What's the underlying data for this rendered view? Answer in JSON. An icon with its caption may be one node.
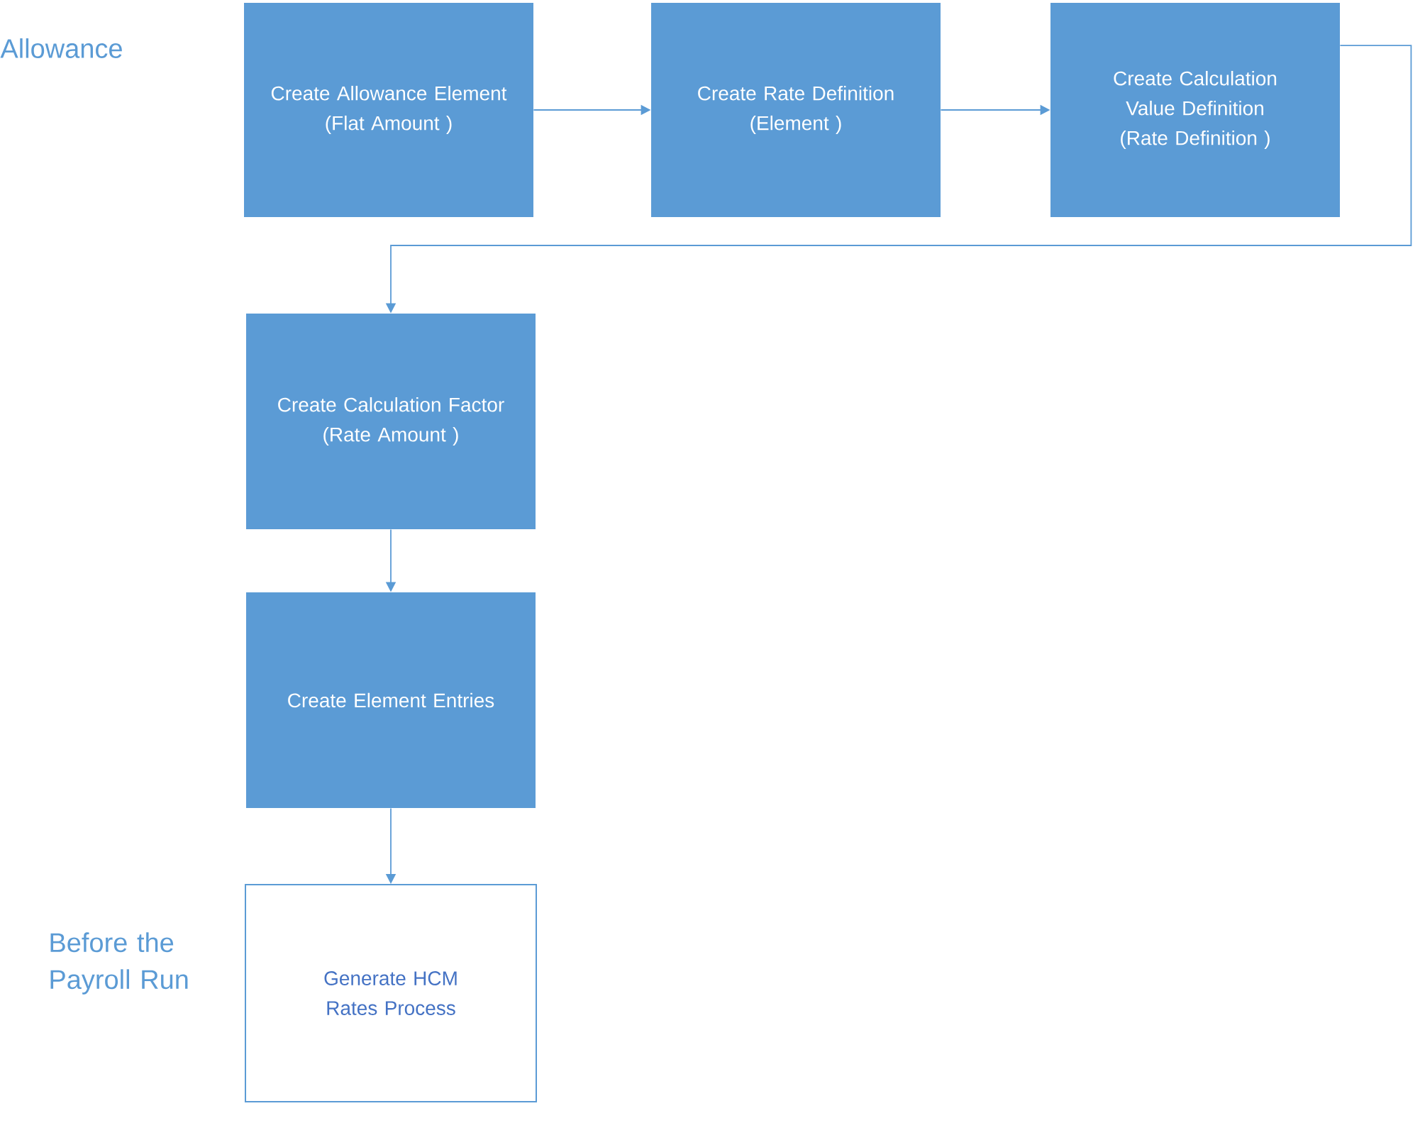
{
  "diagram": {
    "nodes": [
      {
        "text": [
          "Create Allowance Element",
          "(Flat Amount )"
        ]
      },
      {
        "text": [
          "Create Rate Definition",
          "(Element )"
        ]
      },
      {
        "text": [
          "Create Calculation Value Definition",
          "(Rate Definition )"
        ]
      },
      {
        "text": [
          "Create Calculation Factor",
          "(Rate Amount )"
        ]
      },
      {
        "text": [
          "Create Element Entries"
        ]
      },
      {
        "text": [
          "Generate HCM Rates Process"
        ]
      }
    ],
    "edges": [
      {
        "from": 0,
        "to": 1,
        "arrow": "to"
      },
      {
        "from": 1,
        "to": 2,
        "arrow": "to"
      },
      {
        "from": 2,
        "to": 3,
        "arrow": "to"
      },
      {
        "from": 3,
        "to": 4,
        "arrow": "to"
      },
      {
        "from": 4,
        "to": 5,
        "arrow": "to"
      }
    ],
    "labels": [
      "Allowance",
      "Before the Payroll Run"
    ]
  }
}
